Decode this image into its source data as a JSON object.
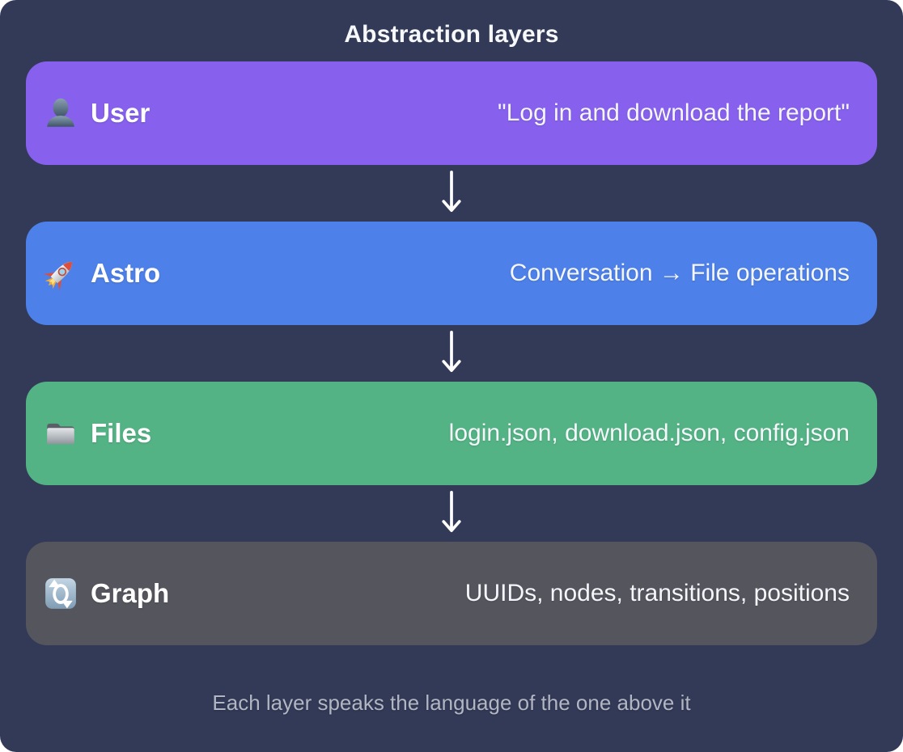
{
  "title": "Abstraction layers",
  "footer": "Each layer speaks the language of the one above it",
  "layers": [
    {
      "name": "User",
      "icon": "user-icon",
      "detail": "\"Log in and download the report\"",
      "color": "#8761ee"
    },
    {
      "name": "Astro",
      "icon": "rocket-icon",
      "detail": "Conversation → File operations",
      "color": "#4d80e8"
    },
    {
      "name": "Files",
      "icon": "folder-icon",
      "detail": "login.json, download.json, config.json",
      "color": "#53b385"
    },
    {
      "name": "Graph",
      "icon": "sync-arrows-icon",
      "detail": "UUIDs, nodes, transitions, positions",
      "color": "#55555e"
    }
  ],
  "colors": {
    "background": "#323a58",
    "footer_text": "#b2b6c3",
    "arrow": "#ffffff"
  }
}
